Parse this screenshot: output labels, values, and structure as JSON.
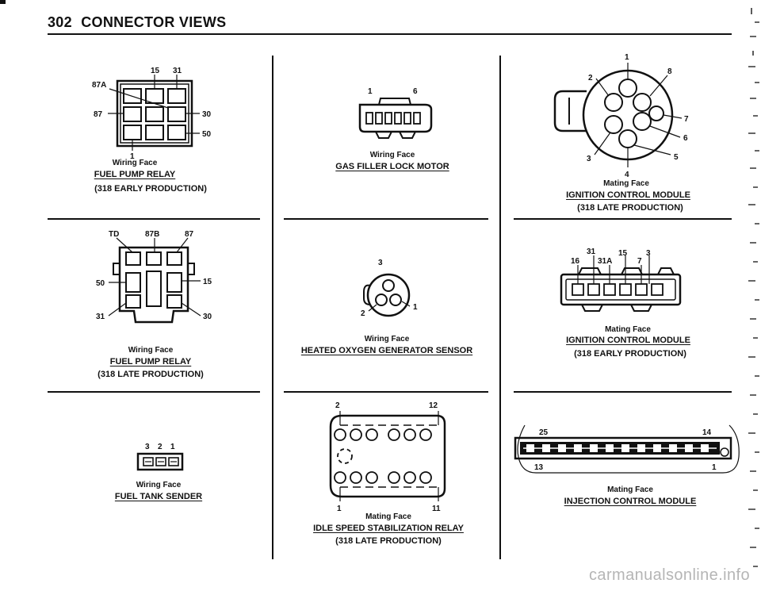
{
  "header": {
    "page_number": "302",
    "title": "CONNECTOR VIEWS"
  },
  "panels": {
    "fuel_pump_relay_early": {
      "pins": [
        "15",
        "31",
        "87A",
        "87",
        "30",
        "50",
        "1"
      ],
      "face": "Wiring Face",
      "name": "FUEL PUMP RELAY",
      "note": "(318 EARLY PRODUCTION)"
    },
    "gas_filler_lock_motor": {
      "pins": [
        "1",
        "6"
      ],
      "face": "Wiring Face",
      "name": "GAS FILLER LOCK MOTOR"
    },
    "ignition_control_module_late": {
      "pins": [
        "1",
        "2",
        "8",
        "7",
        "6",
        "5",
        "3",
        "4"
      ],
      "face": "Mating Face",
      "name": "IGNITION CONTROL MODULE",
      "note": "(318 LATE PRODUCTION)"
    },
    "fuel_pump_relay_late": {
      "pins": [
        "TD",
        "87B",
        "87",
        "50",
        "15",
        "31",
        "30"
      ],
      "face": "Wiring Face",
      "name": "FUEL PUMP RELAY",
      "note": "(318 LATE PRODUCTION)"
    },
    "heated_oxygen_generator_sensor": {
      "pins": [
        "3",
        "2",
        "1"
      ],
      "face": "Wiring Face",
      "name": "HEATED OXYGEN GENERATOR SENSOR"
    },
    "ignition_control_module_early": {
      "pins": [
        "31",
        "15",
        "3",
        "16",
        "31A",
        "7"
      ],
      "face": "Mating Face",
      "name": "IGNITION CONTROL MODULE",
      "note": "(318 EARLY PRODUCTION)"
    },
    "fuel_tank_sender": {
      "pins": [
        "3",
        "2",
        "1"
      ],
      "face": "Wiring Face",
      "name": "FUEL TANK SENDER"
    },
    "idle_speed_stabilization_relay": {
      "pins": [
        "2",
        "12",
        "1",
        "11"
      ],
      "face": "Mating Face",
      "name": "IDLE SPEED STABILIZATION RELAY",
      "note": "(318 LATE PRODUCTION)"
    },
    "injection_control_module": {
      "pins": [
        "25",
        "14",
        "13",
        "1"
      ],
      "face": "Mating Face",
      "name": "INJECTION CONTROL MODULE"
    }
  },
  "watermark": "carmanualsonline.info"
}
